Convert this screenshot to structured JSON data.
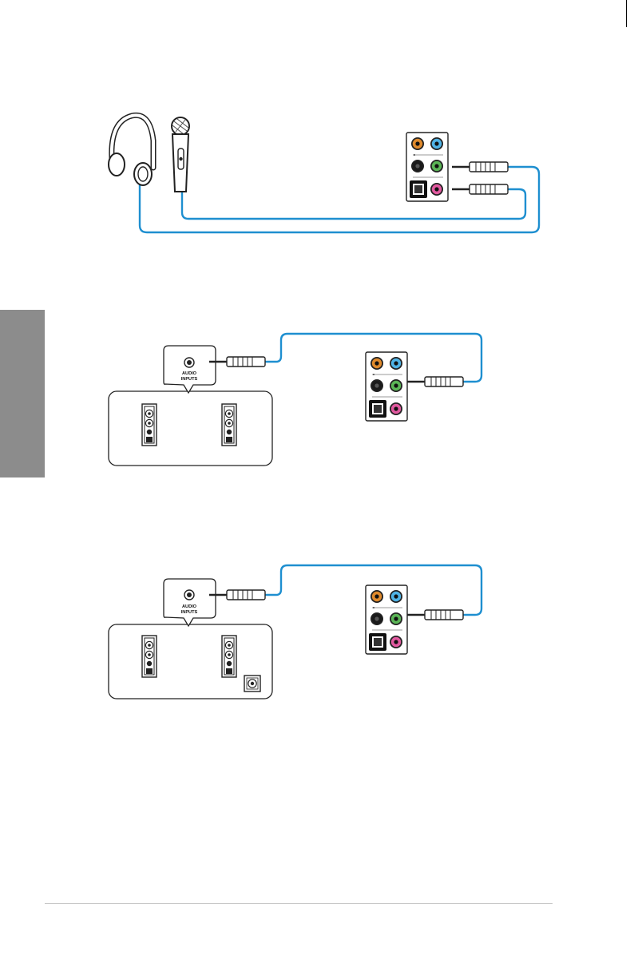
{
  "diagrams": [
    {
      "id": "headphone-mic",
      "devices": [
        "headphone",
        "microphone"
      ]
    },
    {
      "id": "stereo-speakers",
      "speaker_label": "AUDIO\nINPUTS",
      "label_line1": "AUDIO",
      "label_line2": "INPUTS"
    },
    {
      "id": "speakers-subwoofer",
      "speaker_label": "AUDIO\nINPUTS",
      "label_line1": "AUDIO",
      "label_line2": "INPUTS"
    }
  ],
  "audio_panel": {
    "jacks": [
      "orange",
      "blue",
      "black",
      "green",
      "optical",
      "pink"
    ]
  },
  "colors": {
    "cable": "#1e8fd0",
    "jack_orange": "#e08a2c",
    "jack_blue": "#4fb3e6",
    "jack_black": "#1a1a1a",
    "jack_green": "#5bb556",
    "jack_pink": "#e25aa0",
    "side_tab": "#8c8c8c"
  }
}
